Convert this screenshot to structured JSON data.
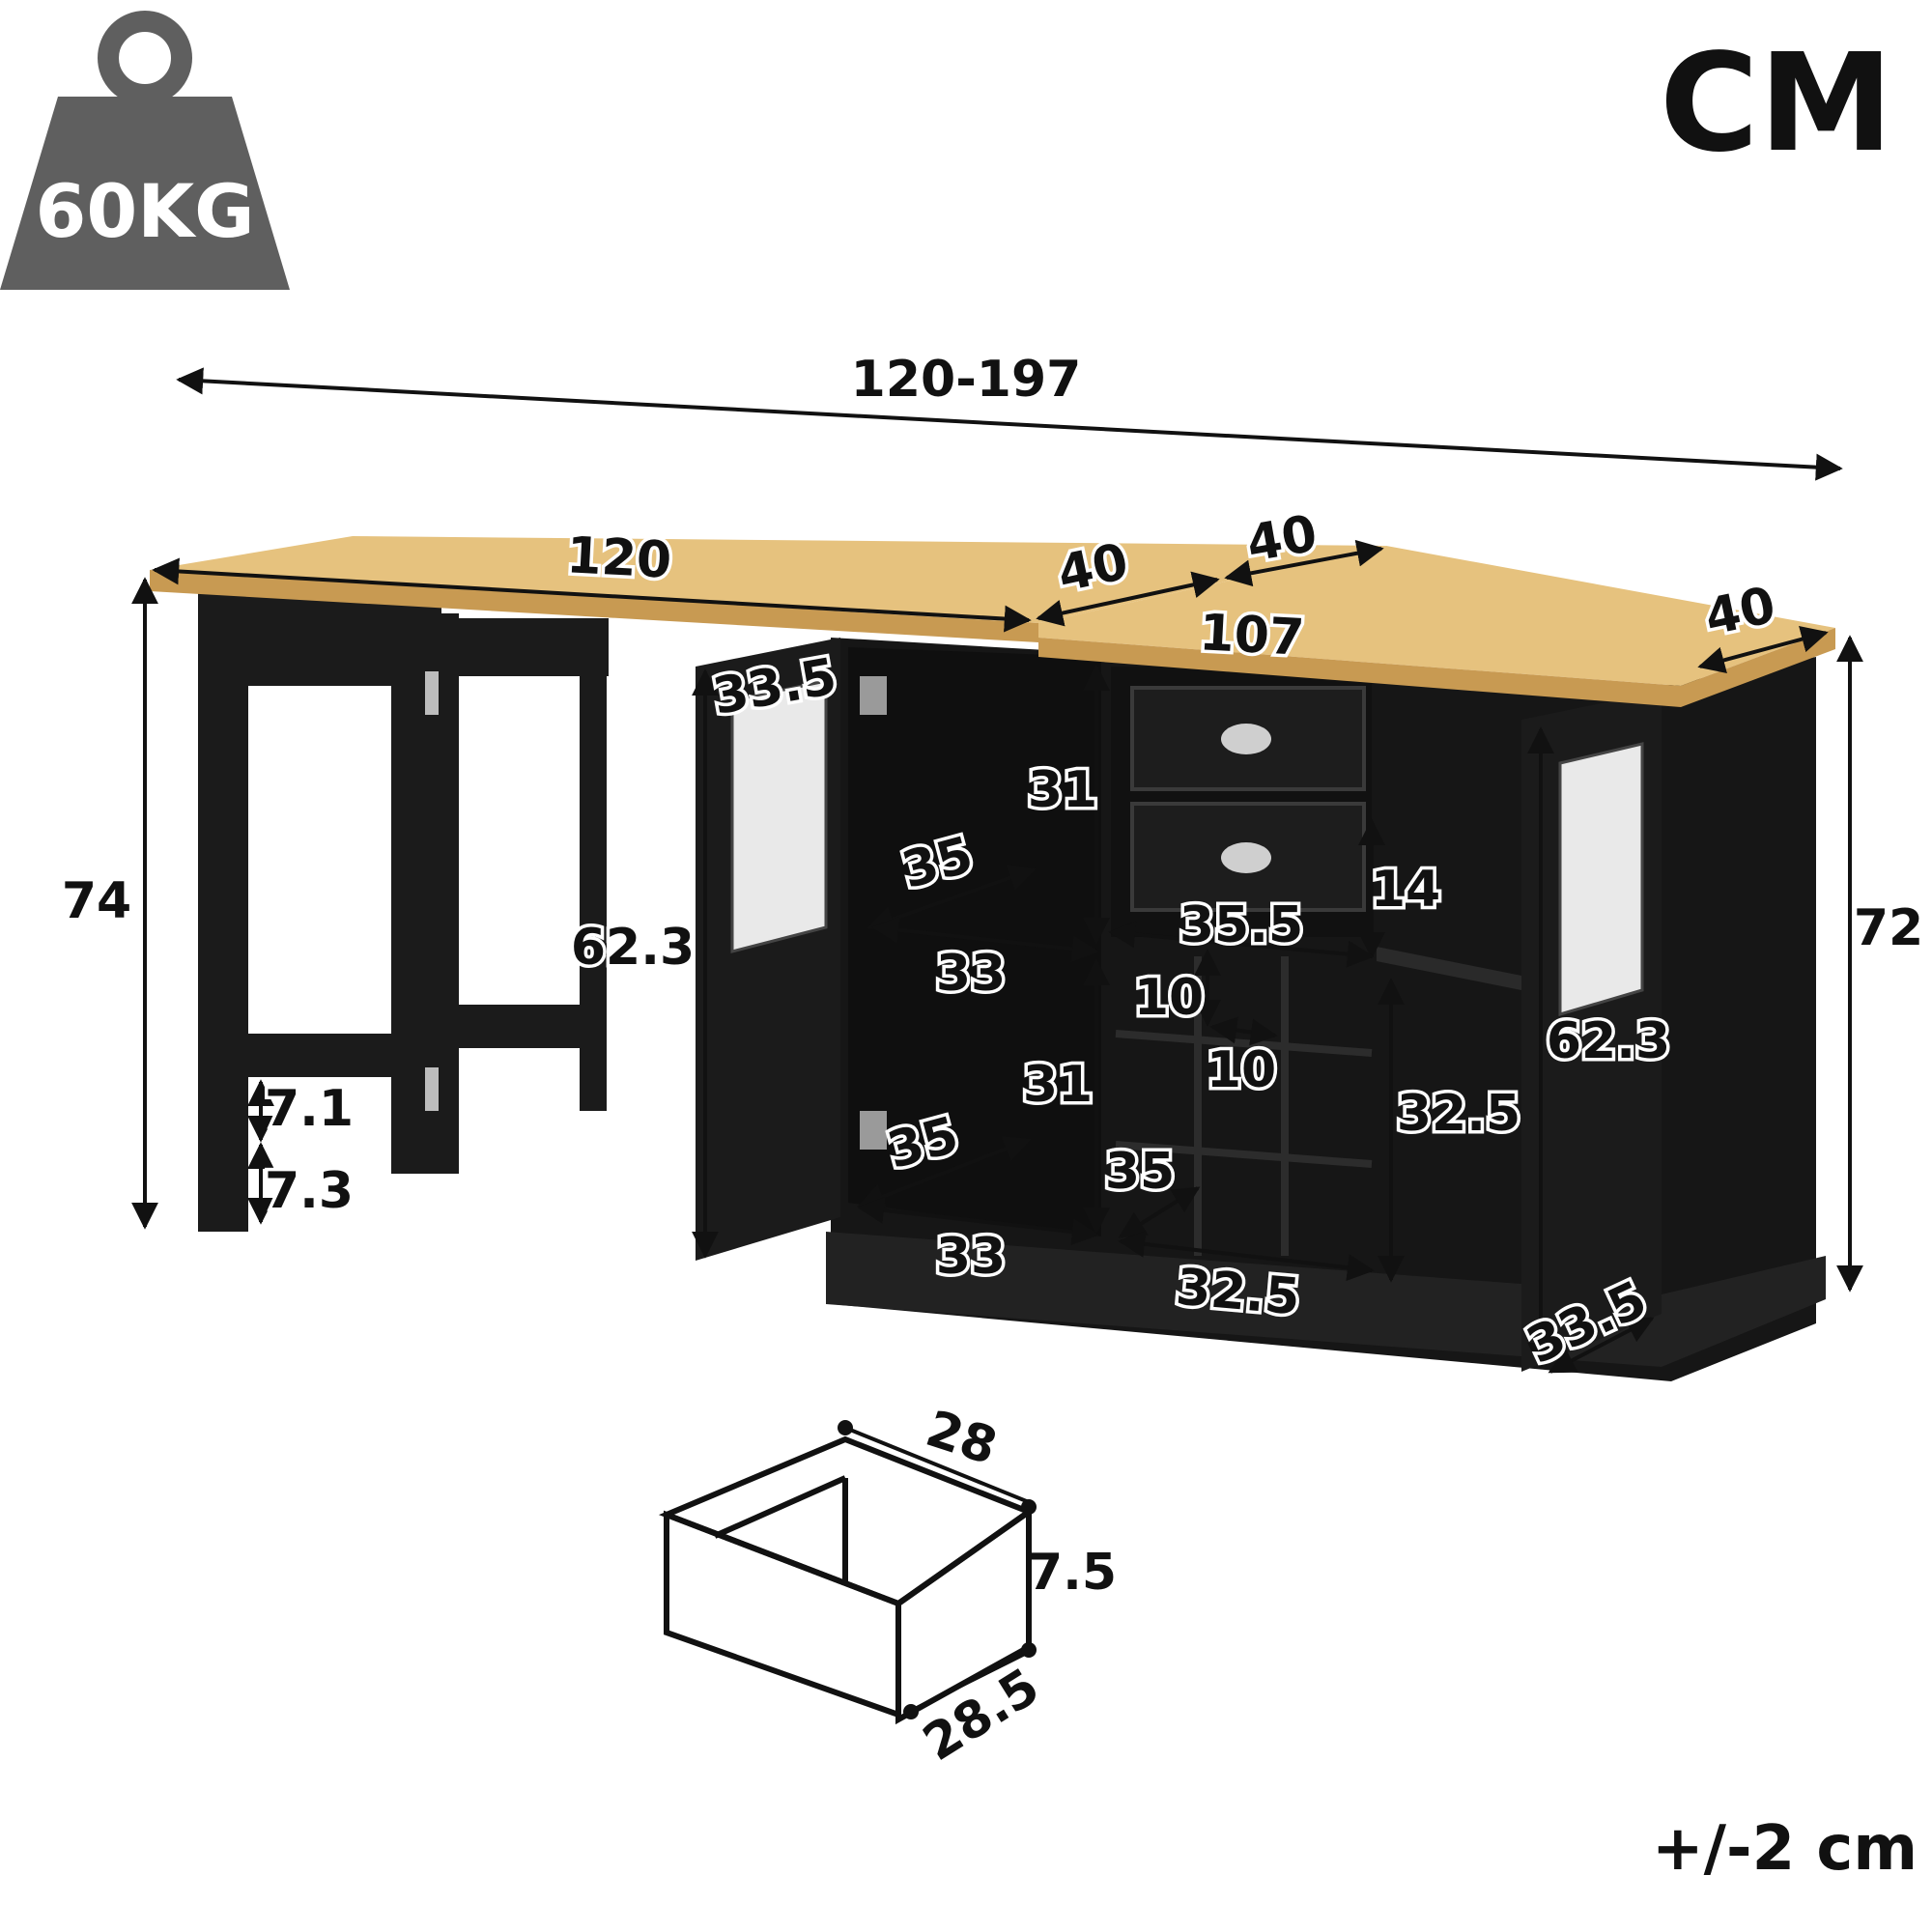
{
  "badge": {
    "weight": "60KG"
  },
  "unit": "CM",
  "tolerance": "+/-2 cm",
  "dimensions": {
    "total_length": "120-197",
    "table_length": "120",
    "table_depth": "40",
    "extension_depth": "40",
    "cabinet_length": "107",
    "cabinet_depth": "40",
    "table_height": "74",
    "cabinet_height": "72",
    "left_door_width": "33.5",
    "left_door_height": "62.3",
    "right_door_width": "33.5",
    "right_door_height": "62.3",
    "upper_shelf_height": "31",
    "lower_shelf_height": "31",
    "upper_shelf_depth": "35",
    "upper_shelf_width": "33",
    "lower_shelf_depth": "35",
    "lower_shelf_width": "33",
    "drawer_height": "14",
    "drawer_width": "35.5",
    "wine_cell_height": "10",
    "wine_cell_width": "10",
    "wine_rack_depth": "35",
    "wine_rack_width": "32.5",
    "open_shelf_height": "32.5",
    "table_gap_upper": "7.1",
    "table_gap_lower": "7.3",
    "drawer_box_width": "28",
    "drawer_box_height": "7.5",
    "drawer_box_depth": "28.5"
  },
  "colors": {
    "wood": "#e6c27e",
    "wood_edge": "#c89a52",
    "cabinet": "#1b1b1b",
    "badge": "#5f5f5f"
  }
}
